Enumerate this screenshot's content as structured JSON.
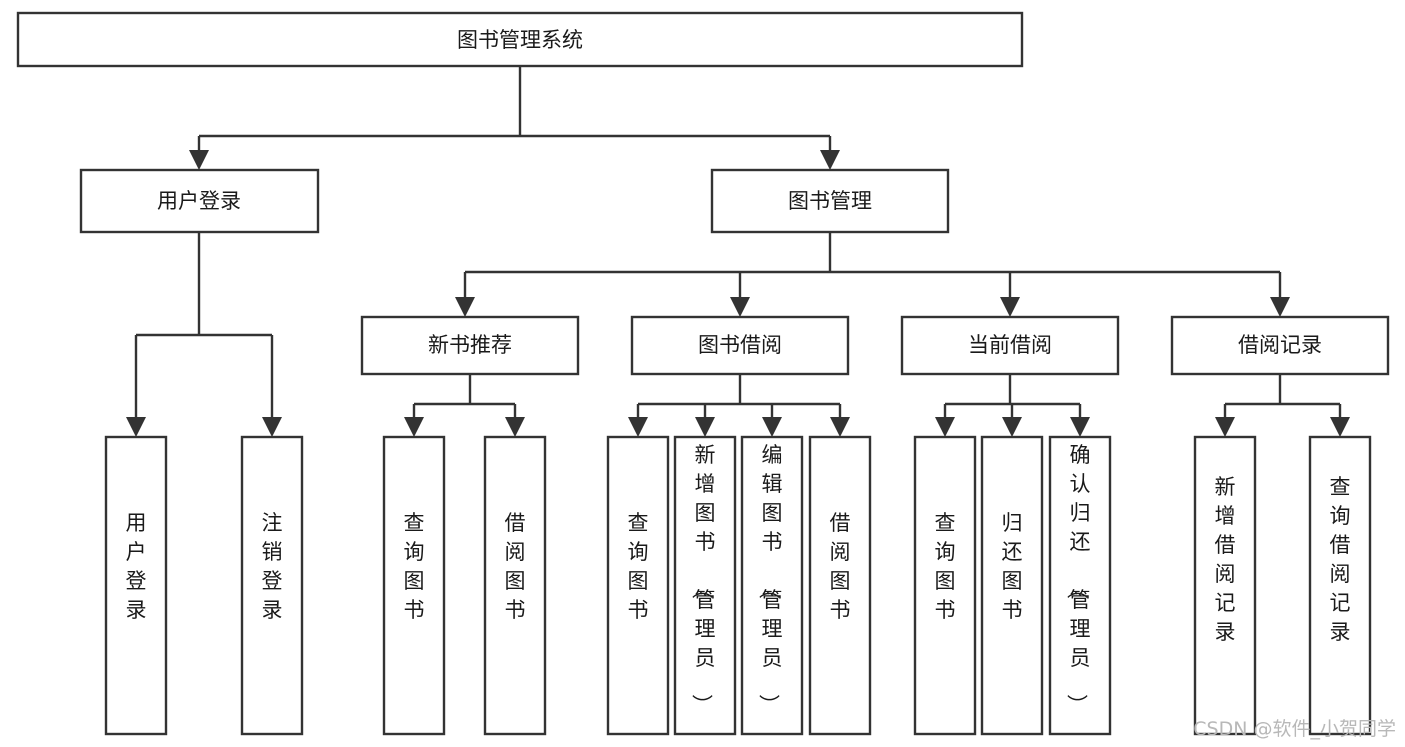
{
  "diagram": {
    "title": "图书管理系统",
    "type": "tree-hierarchy-chart",
    "orientation": "top-down",
    "colors": {
      "box_stroke": "#333333",
      "box_fill": "#ffffff",
      "connector": "#333333",
      "text": "#1a1a1a",
      "watermark": "#b8b8b8",
      "background": "#ffffff"
    },
    "root": {
      "label": "图书管理系统"
    },
    "level2": [
      {
        "label": "用户登录"
      },
      {
        "label": "图书管理"
      }
    ],
    "level3": [
      {
        "label": "新书推荐"
      },
      {
        "label": "图书借阅"
      },
      {
        "label": "当前借阅"
      },
      {
        "label": "借阅记录"
      }
    ],
    "leaves": {
      "user_login": [
        {
          "label": "用户登录"
        },
        {
          "label": "注销登录"
        }
      ],
      "new_book_recommend": [
        {
          "label": "查询图书"
        },
        {
          "label": "借阅图书"
        }
      ],
      "book_borrow": [
        {
          "label": "查询图书"
        },
        {
          "label": "新增图书（管理员）"
        },
        {
          "label": "编辑图书（管理员）"
        },
        {
          "label": "借阅图书"
        }
      ],
      "current_borrow": [
        {
          "label": "查询图书"
        },
        {
          "label": "归还图书"
        },
        {
          "label": "确认归还（管理员）"
        }
      ],
      "borrow_record": [
        {
          "label": "新增借阅记录"
        },
        {
          "label": "查询借阅记录"
        }
      ]
    },
    "watermark": "CSDN @软件_小贺同学"
  }
}
